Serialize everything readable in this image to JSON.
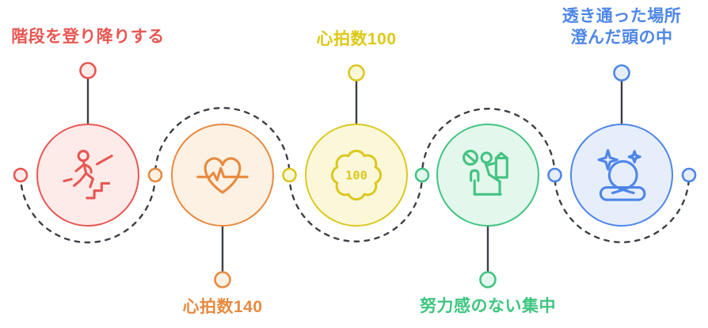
{
  "diagram": {
    "type": "process-flow-wave",
    "description_visible_text_only": true,
    "steps": [
      {
        "id": "stairs",
        "label": "階段を登り降りする",
        "label_position": "top",
        "icon": "stairs-climb-icon",
        "color": "#e85752",
        "fill": "#fcebe9"
      },
      {
        "id": "hr140",
        "label": "心拍数140",
        "label_position": "bottom",
        "icon": "heart-pulse-icon",
        "color": "#e78a40",
        "fill": "#fdf1e3"
      },
      {
        "id": "hr100",
        "label": "心拍数100",
        "label_position": "top",
        "icon": "badge-100-icon",
        "badge_text": "100",
        "color": "#dcc71f",
        "fill": "#fbf8da"
      },
      {
        "id": "effortless-focus",
        "label": "努力感のない集中",
        "label_position": "bottom",
        "icon": "focused-reading-icon",
        "color": "#44c383",
        "fill": "#e3f7ec"
      },
      {
        "id": "clear-mind",
        "label": "透き通った場所 澄んだ頭の中",
        "label_lines": [
          "透き通った場所",
          "澄んだ頭の中"
        ],
        "label_position": "top",
        "icon": "sparkle-clear-mind-icon",
        "color": "#4d86e8",
        "fill": "#e7eefb"
      }
    ],
    "connector": {
      "style": "dashed-wave",
      "line_color": "#3b4045",
      "node_colors": [
        "#e85752",
        "#e78a40",
        "#dcc71f",
        "#44c383",
        "#4d86e8",
        "#4d86e8"
      ]
    }
  }
}
